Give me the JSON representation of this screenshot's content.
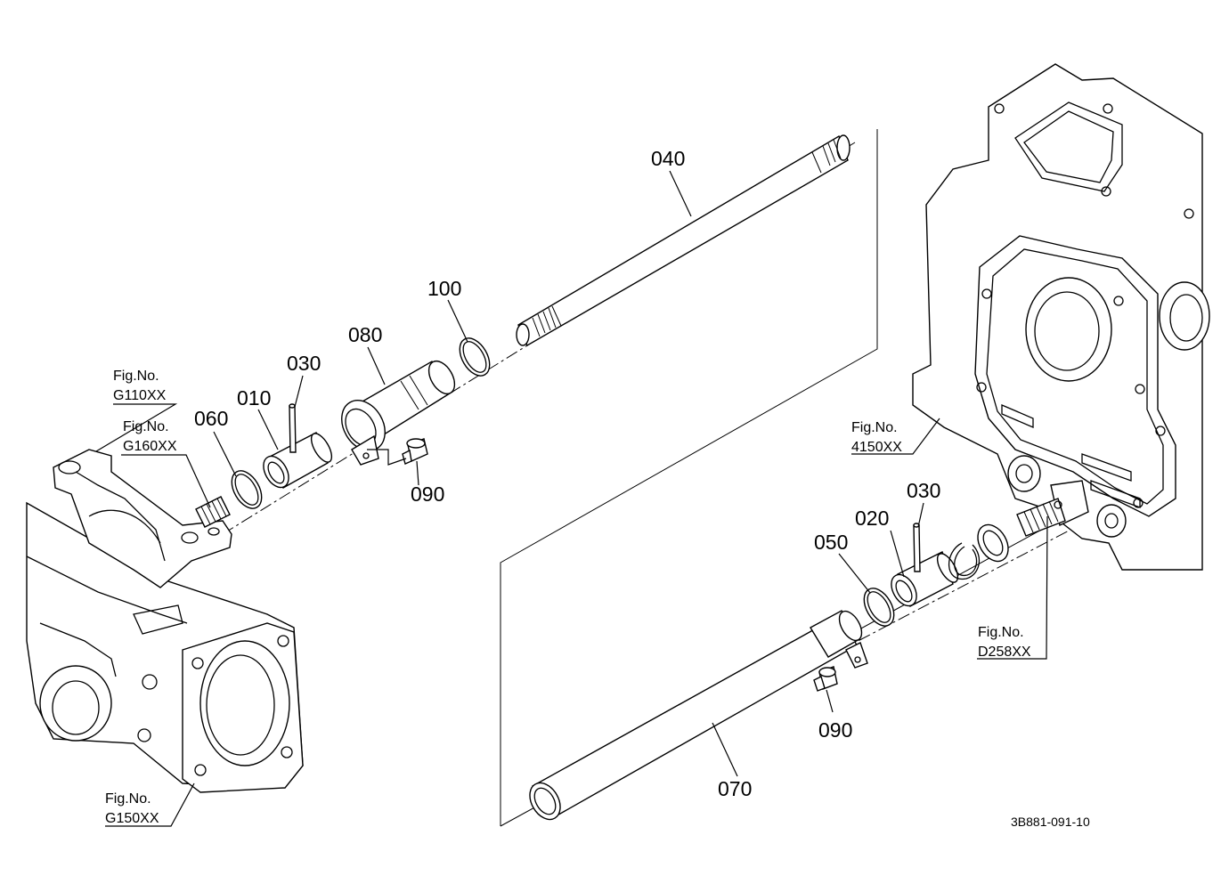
{
  "parts": {
    "p040": "040",
    "p100": "100",
    "p080": "080",
    "p030a": "030",
    "p010": "010",
    "p060": "060",
    "p090a": "090",
    "p030b": "030",
    "p020": "020",
    "p050": "050",
    "p090b": "090",
    "p070": "070"
  },
  "figrefs": {
    "g110": {
      "label": "Fig.No.",
      "code": "G110XX"
    },
    "g160": {
      "label": "Fig.No.",
      "code": "G160XX"
    },
    "f4150": {
      "label": "Fig.No.",
      "code": "4150XX"
    },
    "d258": {
      "label": "Fig.No.",
      "code": "D258XX"
    },
    "g150": {
      "label": "Fig.No.",
      "code": "G150XX"
    }
  },
  "drawing_code": "3B881-091-10"
}
